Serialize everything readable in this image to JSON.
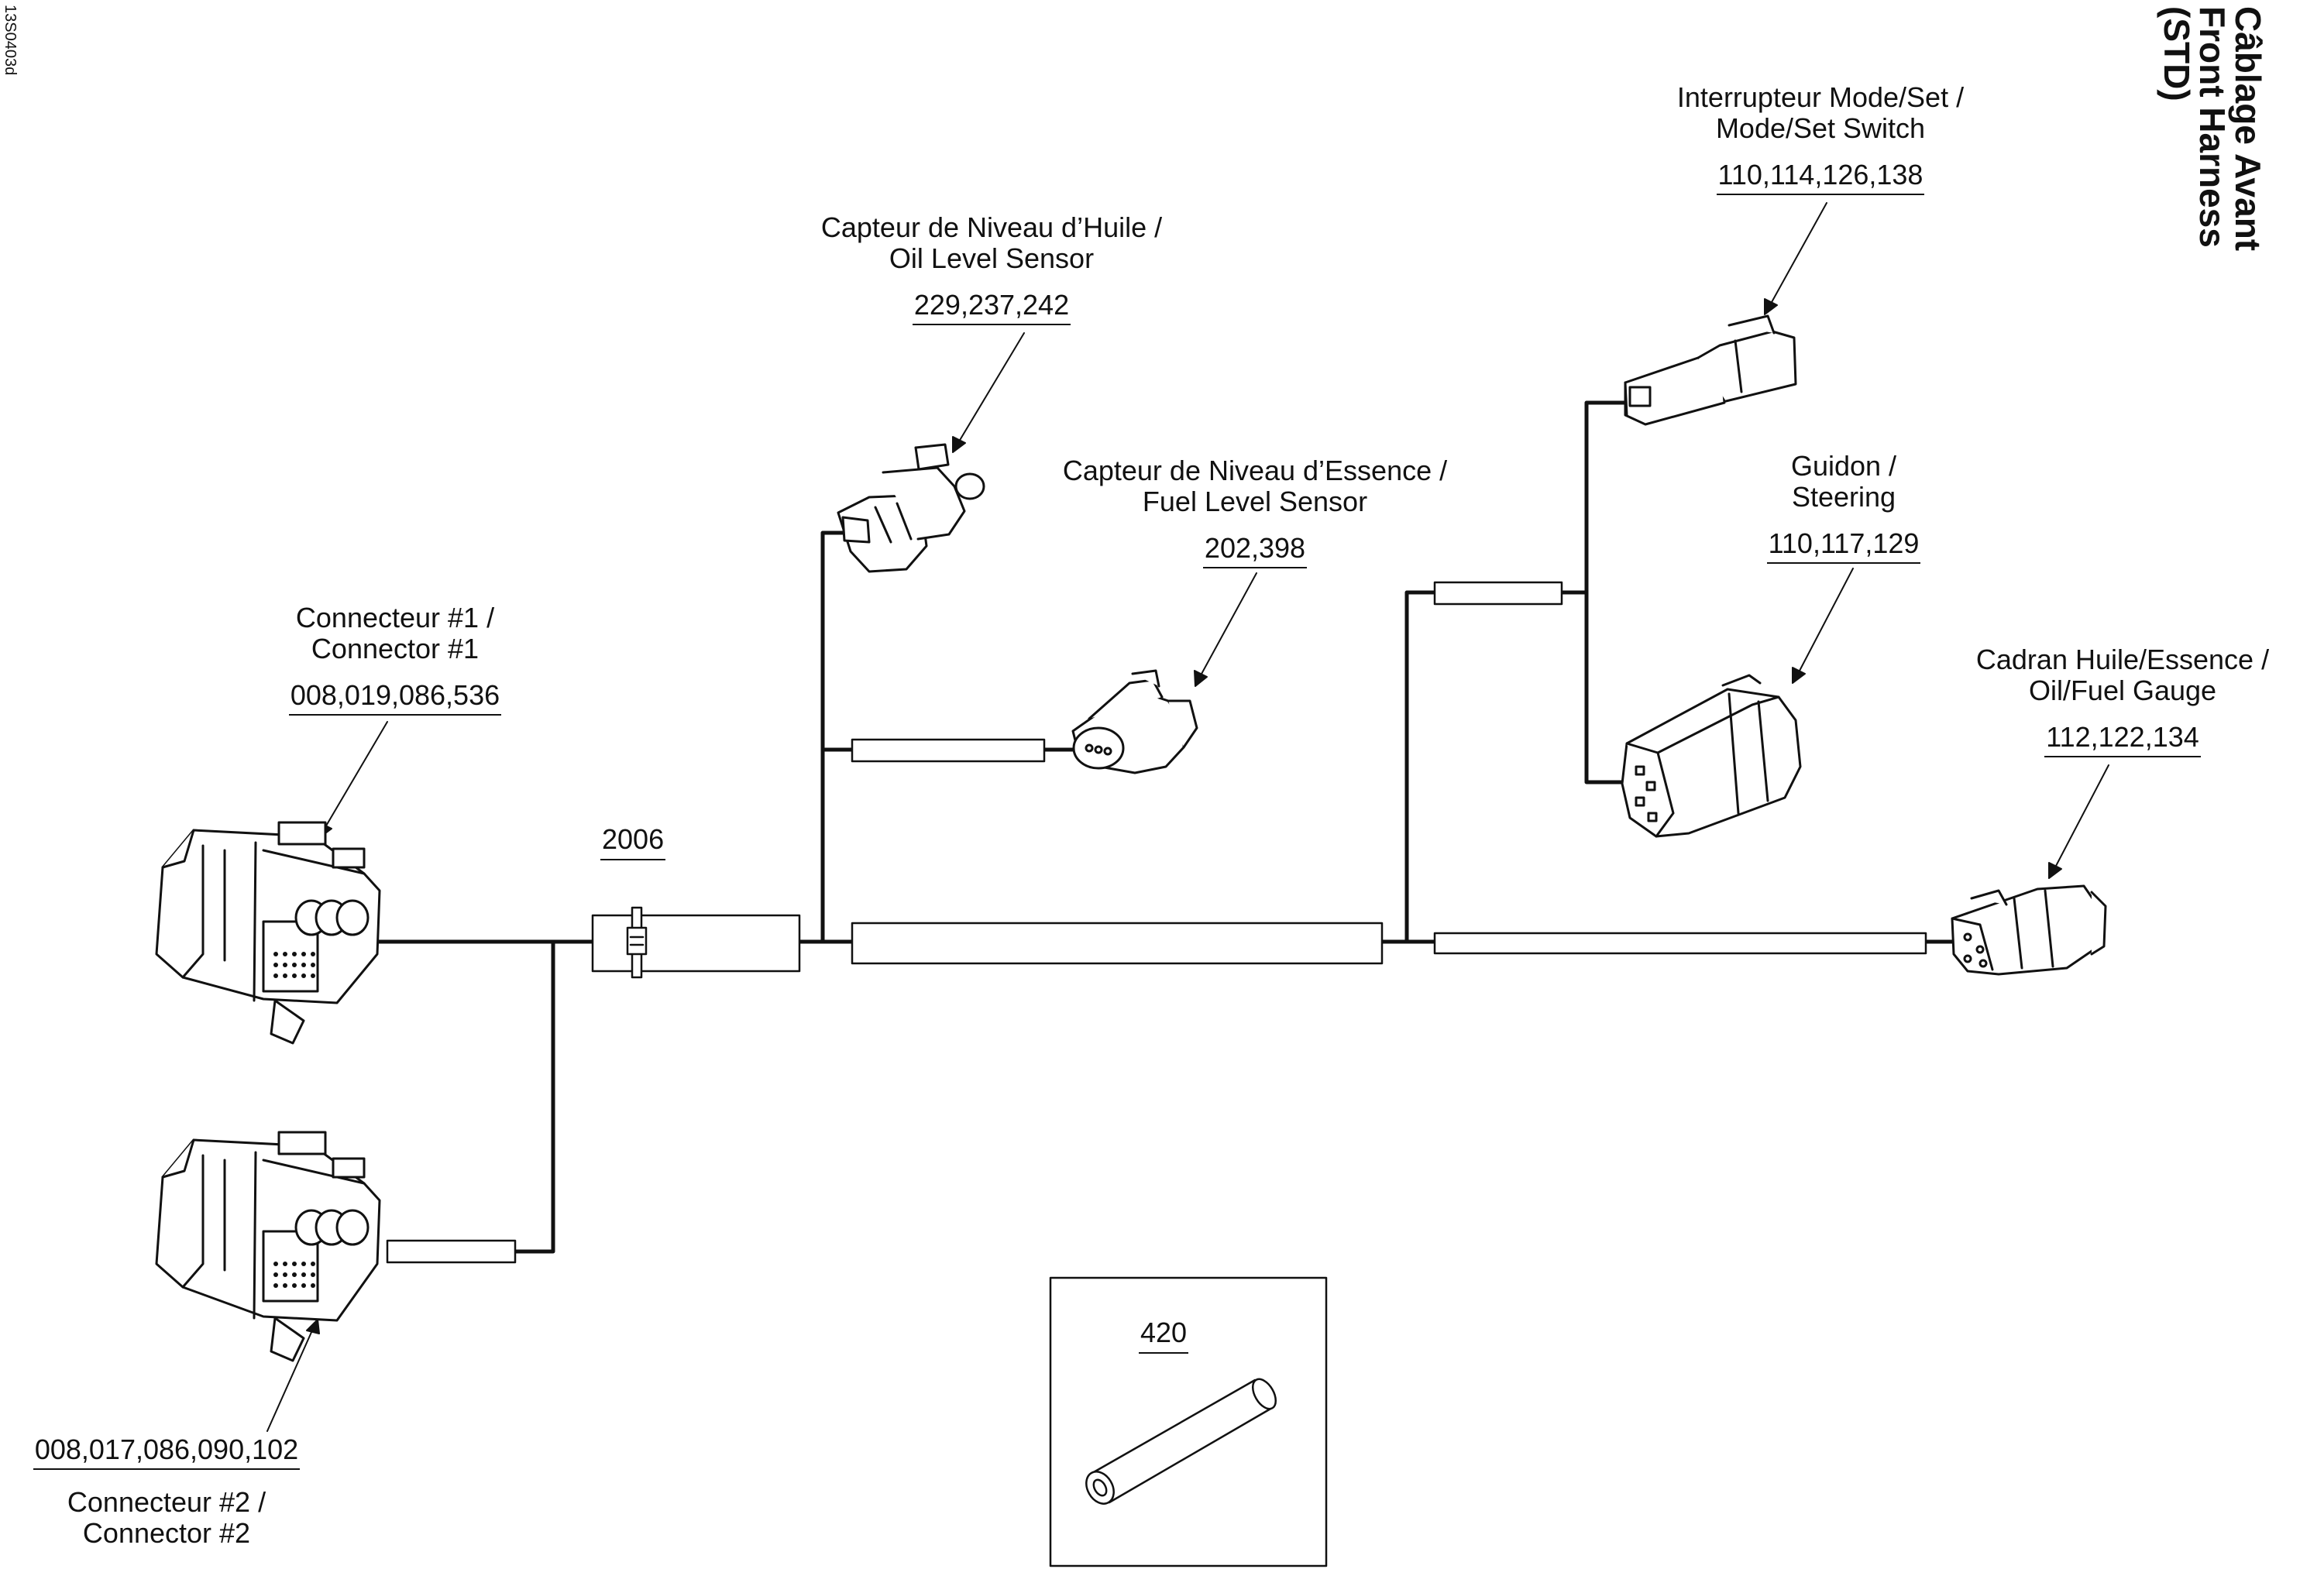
{
  "title": {
    "line1": "Câblage Avant",
    "line2": "Front Harness",
    "line3": "(STD)"
  },
  "doc_id": "13S0403d",
  "components": {
    "connector1": {
      "fr": "Connecteur #1 /",
      "en": "Connector #1",
      "parts": "008,019,086,536"
    },
    "connector2": {
      "fr": "Connecteur #2 /",
      "en": "Connector #2",
      "parts": "008,017,086,090,102"
    },
    "oil_level_sensor": {
      "fr": "Capteur de Niveau d’Huile /",
      "en": "Oil Level Sensor",
      "parts": "229,237,242"
    },
    "fuel_level_sensor": {
      "fr": "Capteur de Niveau d’Essence /",
      "en": "Fuel Level Sensor",
      "parts": "202,398"
    },
    "mode_set_switch": {
      "fr": "Interrupteur Mode/Set /",
      "en": "Mode/Set Switch",
      "parts": "110,114,126,138"
    },
    "steering": {
      "fr": "Guidon /",
      "en": "Steering",
      "parts": "110,117,129"
    },
    "oil_fuel_gauge": {
      "fr": "Cadran Huile/Essence /",
      "en": "Oil/Fuel Gauge",
      "parts": "112,122,134"
    },
    "tie": {
      "parts": "2006"
    },
    "tube": {
      "parts": "420"
    }
  }
}
